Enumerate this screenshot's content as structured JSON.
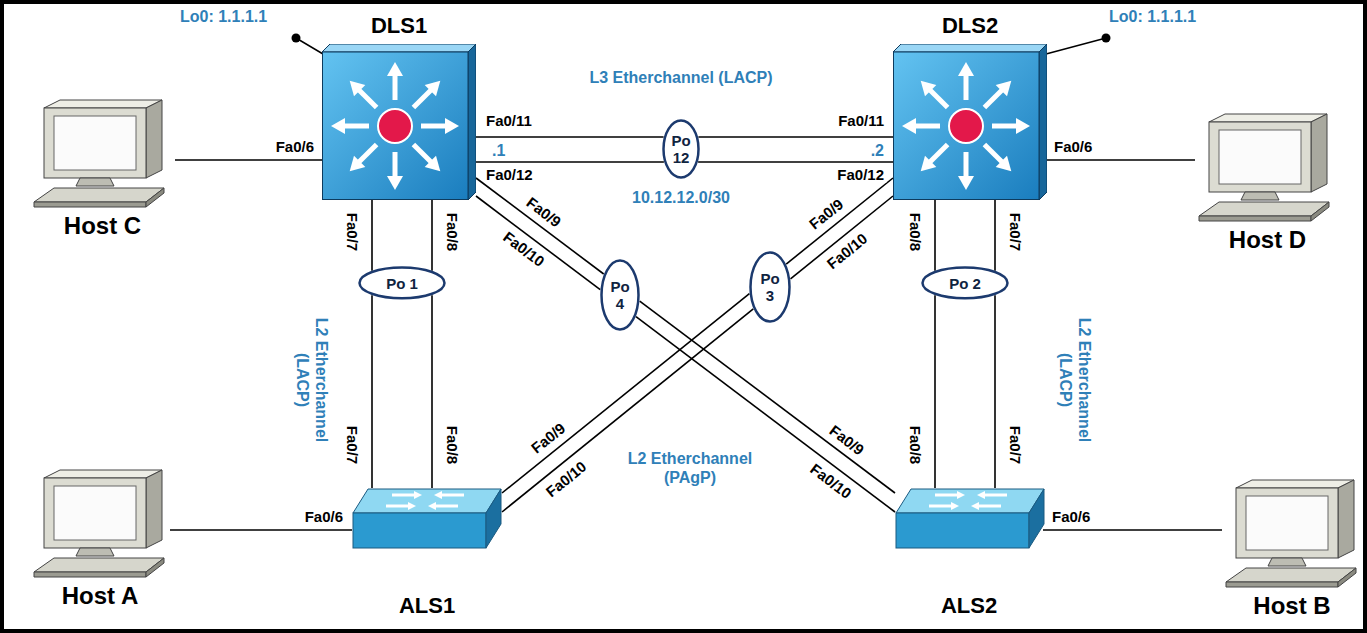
{
  "diagram": {
    "nodes": [
      {
        "text": [
          "Host C"
        ]
      },
      {
        "text": [
          "DLS1"
        ]
      },
      {
        "text": [
          "Po 12"
        ]
      },
      {
        "text": [
          "DLS2"
        ]
      },
      {
        "text": [
          "Host D"
        ]
      },
      {
        "text": [
          "Po 1"
        ]
      },
      {
        "text": [
          "Po 4"
        ]
      },
      {
        "text": [
          "Po 3"
        ]
      },
      {
        "text": [
          "Po 2"
        ]
      },
      {
        "text": [
          "Host A"
        ]
      },
      {
        "text": [
          "ALS1"
        ]
      },
      {
        "text": [
          "ALS2"
        ]
      },
      {
        "text": [
          "Host B"
        ]
      }
    ],
    "edges": [
      {
        "from": 1,
        "to": 2,
        "arrow": "none"
      },
      {
        "from": 1,
        "to": 2,
        "arrow": "none"
      },
      {
        "from": 2,
        "to": 3,
        "arrow": "none"
      },
      {
        "from": 2,
        "to": 3,
        "arrow": "none"
      },
      {
        "from": 0,
        "to": 1,
        "arrow": "none"
      },
      {
        "from": 3,
        "to": 4,
        "arrow": "none"
      },
      {
        "from": 1,
        "to": 5,
        "arrow": "none"
      },
      {
        "from": 1,
        "to": 5,
        "arrow": "none"
      },
      {
        "from": 5,
        "to": 10,
        "arrow": "none"
      },
      {
        "from": 5,
        "to": 10,
        "arrow": "none"
      },
      {
        "from": 1,
        "to": 6,
        "arrow": "none"
      },
      {
        "from": 1,
        "to": 6,
        "arrow": "none"
      },
      {
        "from": 6,
        "to": 11,
        "arrow": "none"
      },
      {
        "from": 6,
        "to": 11,
        "arrow": "none"
      },
      {
        "from": 3,
        "to": 7,
        "arrow": "none"
      },
      {
        "from": 3,
        "to": 7,
        "arrow": "none"
      },
      {
        "from": 7,
        "to": 10,
        "arrow": "none"
      },
      {
        "from": 7,
        "to": 10,
        "arrow": "none"
      },
      {
        "from": 3,
        "to": 8,
        "arrow": "none"
      },
      {
        "from": 3,
        "to": 8,
        "arrow": "none"
      },
      {
        "from": 8,
        "to": 11,
        "arrow": "none"
      },
      {
        "from": 8,
        "to": 11,
        "arrow": "none"
      },
      {
        "from": 9,
        "to": 10,
        "arrow": "none"
      },
      {
        "from": 11,
        "to": 12,
        "arrow": "none"
      }
    ],
    "labels": [
      "Lo0: 1.1.1.1",
      "Lo0: 1.1.1.1",
      "L3 Etherchannel (LACP)",
      "Fa0/11",
      ".1",
      "Fa0/12",
      "Fa0/11",
      ".2",
      "Fa0/12",
      "10.12.12.0/30",
      "Fa0/6",
      "Fa0/6",
      "Fa0/7",
      "Fa0/8",
      "Fa0/9",
      "Fa0/10",
      "Fa0/9",
      "Fa0/10",
      "Fa0/8",
      "Fa0/7",
      "L2 Etherchannel (LACP)",
      "L2 Etherchannel (LACP)",
      "Fa0/7",
      "Fa0/8",
      "Fa0/9",
      "Fa0/10",
      "L2 Etherchannel (PAgP)",
      "Fa0/9",
      "Fa0/10",
      "Fa0/8",
      "Fa0/7",
      "Fa0/6",
      "Fa0/6"
    ]
  }
}
